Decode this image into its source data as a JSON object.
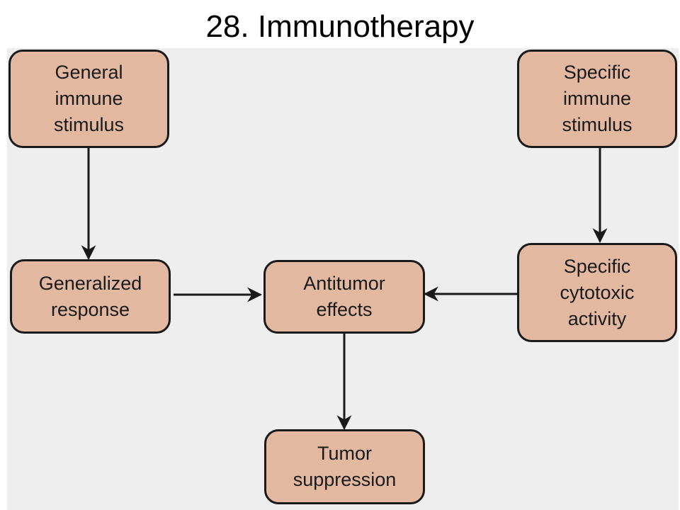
{
  "title": "28. Immunotherapy",
  "nodes": {
    "general_stimulus": "General\nimmune\nstimulus",
    "specific_stimulus": "Specific\nimmune\nstimulus",
    "generalized_response": "Generalized\nresponse",
    "antitumor_effects": "Antitumor\neffects",
    "cytotoxic_activity": "Specific\ncytotoxic\nactivity",
    "tumor_suppression": "Tumor\nsuppression"
  },
  "colors": {
    "box_fill": "#e2b9a0",
    "box_border": "#1a1a1a",
    "background_panel": "#eeeeee"
  }
}
